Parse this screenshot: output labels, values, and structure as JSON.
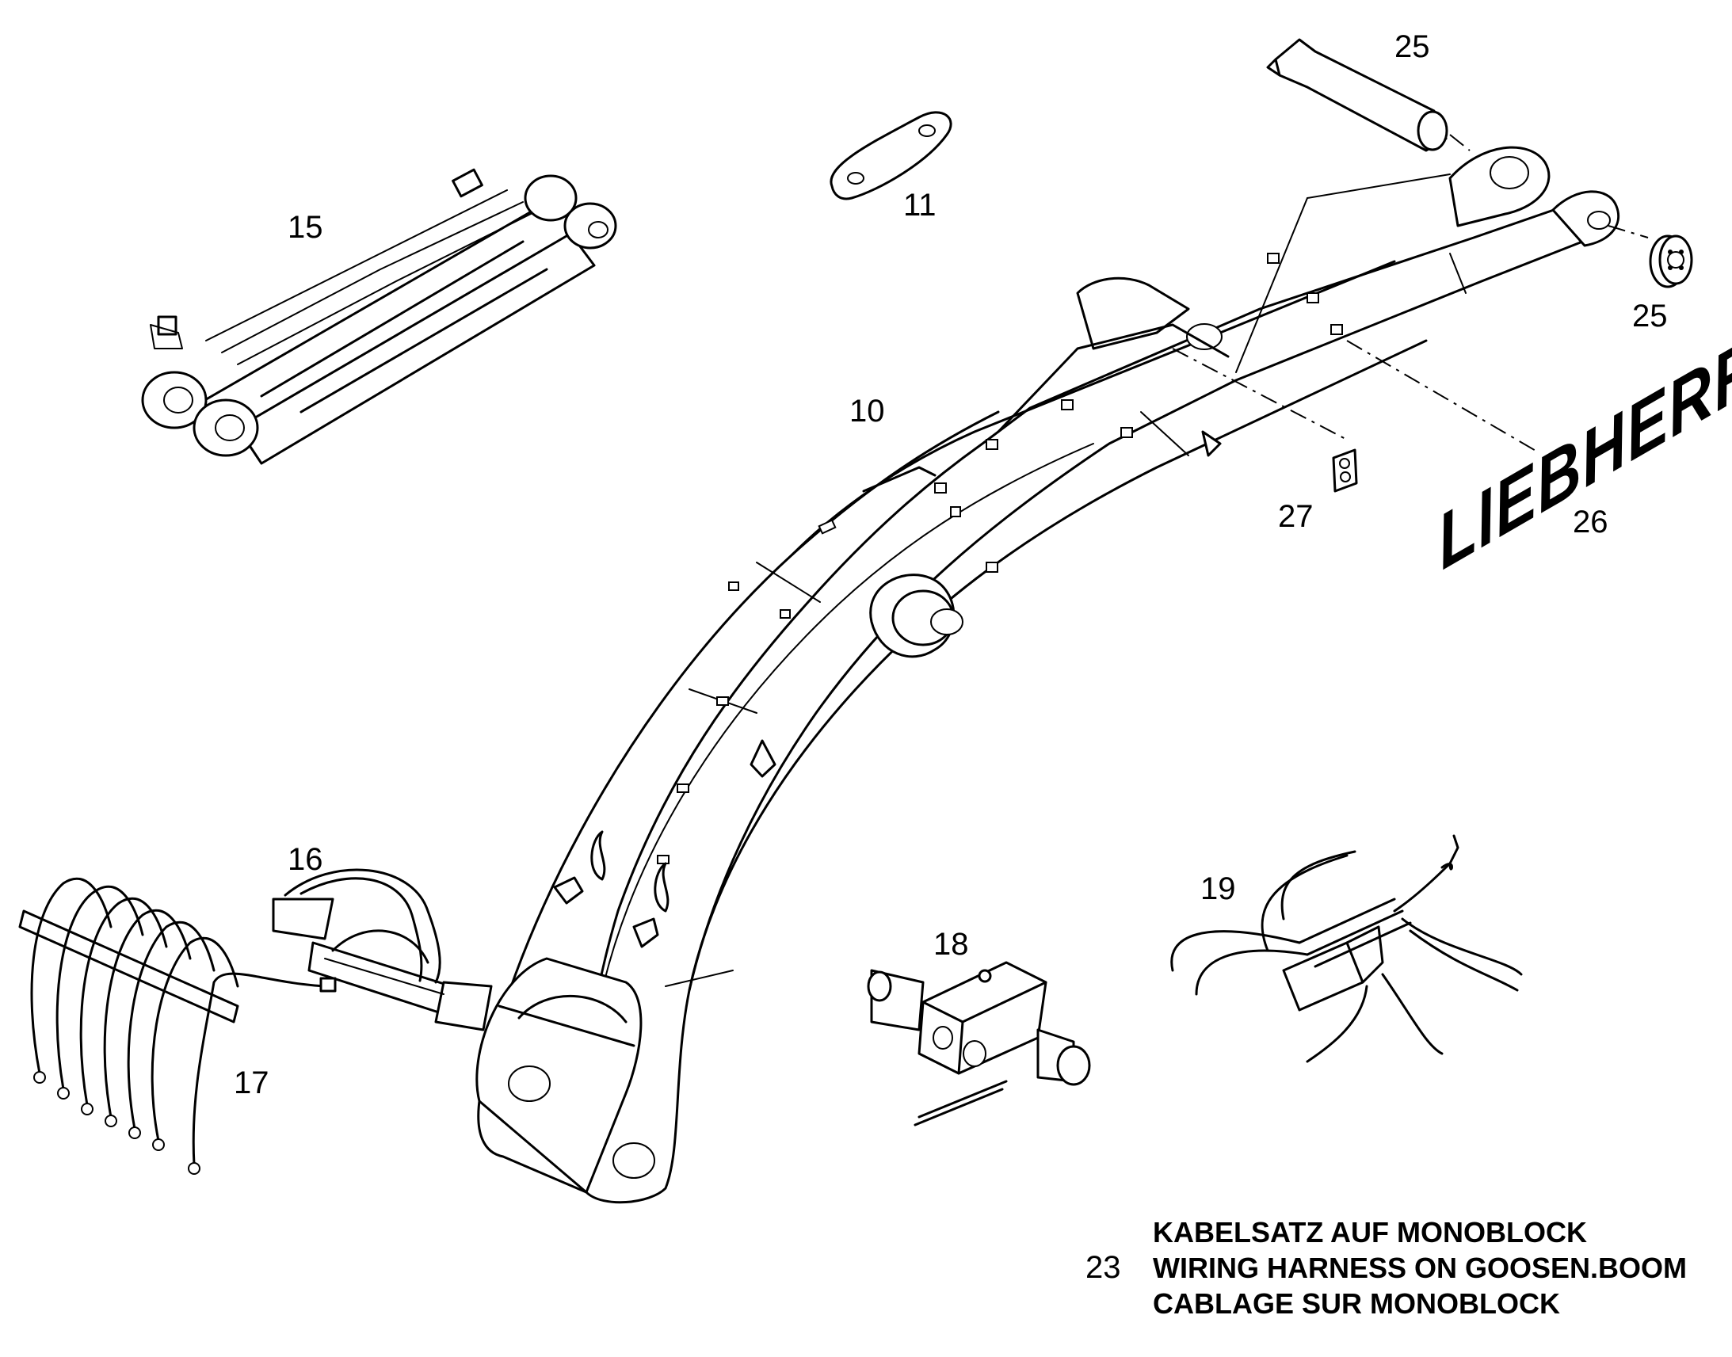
{
  "parts": [
    {
      "id": "boom",
      "callout": "10"
    },
    {
      "id": "plate",
      "callout": "11"
    },
    {
      "id": "boom-cylinders",
      "callout": "15"
    },
    {
      "id": "hose-set-block",
      "callout": "16"
    },
    {
      "id": "hose-set",
      "callout": "17"
    },
    {
      "id": "solenoid-valve",
      "callout": "18"
    },
    {
      "id": "valve-block-harness",
      "callout": "19"
    },
    {
      "id": "pin",
      "callout": "25"
    },
    {
      "id": "cover-cap",
      "callout": "25"
    },
    {
      "id": "decal-logo",
      "callout": "26"
    },
    {
      "id": "decal-small",
      "callout": "27"
    }
  ],
  "logo": "LIEBHERR",
  "note": {
    "number": "23",
    "lines": [
      "KABELSATZ AUF MONOBLOCK",
      "WIRING HARNESS ON GOOSEN.BOOM",
      "CABLAGE SUR MONOBLOCK"
    ]
  }
}
